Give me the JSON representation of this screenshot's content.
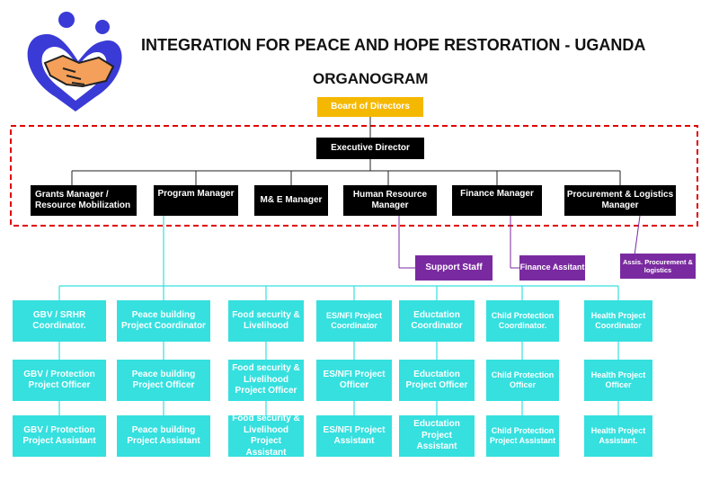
{
  "header": {
    "org_name": "INTEGRATION FOR PEACE AND HOPE RESTORATION - UGANDA",
    "subtitle": "ORGANOGRAM"
  },
  "colors": {
    "board": "#f5b800",
    "management": "#000000",
    "support": "#7a2aa0",
    "project": "#35e0df",
    "dashed_border": "#e00000",
    "logo_blue": "#3a3ad6",
    "logo_orange": "#f4a05a"
  },
  "top": {
    "board": "Board of Directors",
    "executive": "Executive Director"
  },
  "managers": [
    "Grants Manager / Resource Mobilization",
    "Program Manager",
    "M& E Manager",
    "Human Resource Manager",
    "Finance Manager",
    "Procurement & Logistics Manager"
  ],
  "support_roles": {
    "support_staff": "Support Staff",
    "finance_assistant": "Finance Assitant",
    "assis_procurement": "Assis. Procurement & logistics"
  },
  "project_columns": [
    {
      "coordinator": "GBV / SRHR Coordinator.",
      "officer": "GBV / Protection Project Officer",
      "assistant": "GBV / Protection Project Assistant"
    },
    {
      "coordinator": "Peace building Project Coordinator",
      "officer": "Peace building Project Officer",
      "assistant": "Peace building Project Assistant"
    },
    {
      "coordinator": "Food security & Livelihood",
      "officer": "Food security & Livelihood Project Officer",
      "assistant": "Food security & Livelihood Project Assistant"
    },
    {
      "coordinator": "ES/NFI Project Coordinator",
      "officer": "ES/NFI Project Officer",
      "assistant": "ES/NFI Project Assistant"
    },
    {
      "coordinator": "Eductation Coordinator",
      "officer": "Eductation Project Officer",
      "assistant": "Eductation Project Assistant"
    },
    {
      "coordinator": "Child Protection Coordinator.",
      "officer": "Child Protection Officer",
      "assistant": "Child Protection Project Assistant"
    },
    {
      "coordinator": "Health Project Coordinator",
      "officer": "Health Project Officer",
      "assistant": "Health Project Assistant."
    }
  ],
  "logo": {
    "icon": "handshake-heart-icon"
  }
}
